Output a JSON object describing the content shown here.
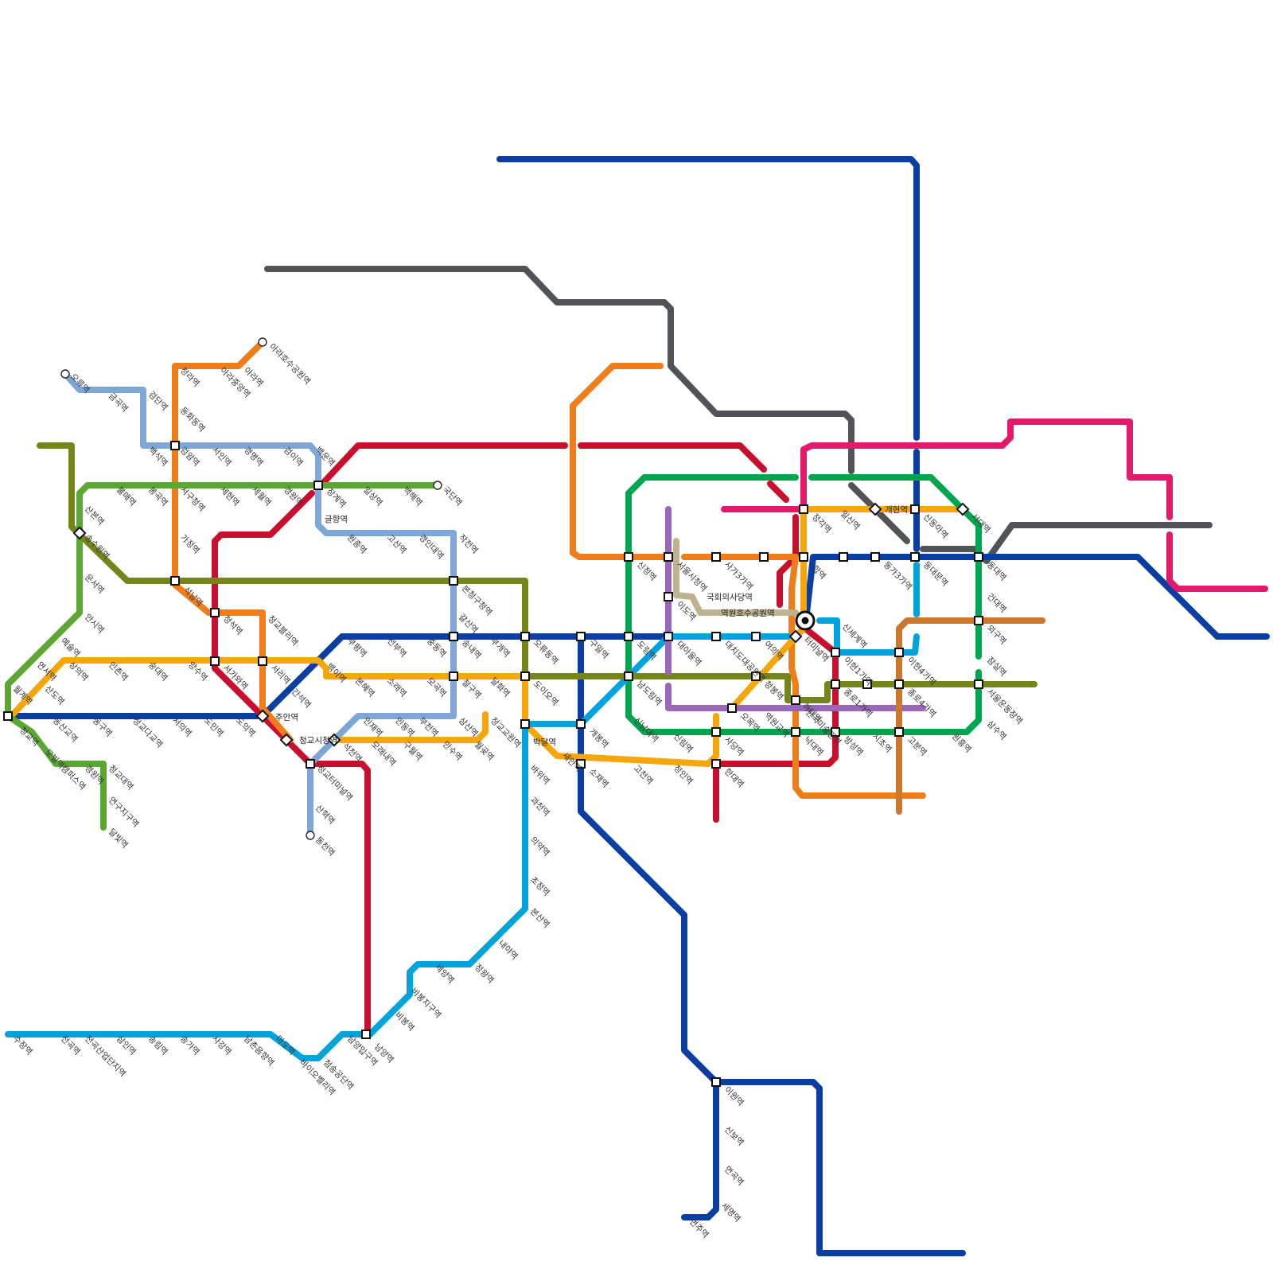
{
  "lines": {
    "red": {
      "color": "#c8102e"
    },
    "orange": {
      "color": "#ef7d1a"
    },
    "navy": {
      "color": "#0a3ea3"
    },
    "green": {
      "color": "#00a54f"
    },
    "yellow": {
      "color": "#f5a60a"
    },
    "sky": {
      "color": "#00a3dc"
    },
    "lightblue": {
      "color": "#7ea6d6"
    },
    "lime": {
      "color": "#5aa832"
    },
    "olive": {
      "color": "#76841a"
    },
    "gray": {
      "color": "#505458"
    },
    "pink": {
      "color": "#e3196c"
    },
    "purple": {
      "color": "#9966b8"
    },
    "brown": {
      "color": "#c9782e"
    },
    "tan": {
      "color": "#bfb28e"
    }
  },
  "central_hub": {
    "color": "#111111"
  },
  "stations": {
    "오류역": "오류역",
    "금곡역": "금곡역",
    "검단역": "검단역",
    "백석역": "백석역",
    "청라역": "청라역",
    "동화동역": "동화동역",
    "아라중앙역": "아라중앙역",
    "아라역": "아라역",
    "아라호수공원역": "아라호수공원역",
    "검암역": "검암역",
    "서인역": "서인역",
    "경명역": "경명역",
    "검이역": "검이역",
    "백운역": "백운역",
    "경서역": "경서역",
    "서구청역": "서구청역",
    "세현역": "세현역",
    "세월역": "세월역",
    "경원역": "경원역",
    "장계역": "장계역",
    "글향역": "글향역",
    "일상역": "일상역",
    "백해역": "백해역",
    "국단역": "국단역",
    "가정역": "가정역",
    "팔라역": "팔라역",
    "불매역": "불매역",
    "봉곡역": "봉곡역",
    "산본역": "산본역",
    "송수원역": "송수원역",
    "운서역": "운서역",
    "안시역": "안시역",
    "예술역": "예술역",
    "연서역": "연서역",
    "산도역": "산도역",
    "월계역": "월계역",
    "청교역": "청교역",
    "모빌역": "모빌역",
    "캠퍼스역": "캠퍼스역",
    "경원역2": "경원역",
    "청교대역": "청교대역",
    "연구지구역": "연구지구역",
    "달빛역": "달빛역",
    "석남역": "석남역",
    "청석역": "청석역",
    "청교블리역": "청교블리역",
    "서가와역": "서가와역",
    "서리역": "서리역",
    "상의역": "상의역",
    "인촌역": "인촌역",
    "숭대역": "숭대역",
    "양수역": "양수역",
    "동산교역": "동산교역",
    "동구역": "동구역",
    "청교다교역": "청교다교역",
    "서의역": "서의역",
    "도민역": "도민역",
    "도의역": "도의역",
    "주안역": "주안역",
    "간석역": "간석역",
    "청교시청역": "청교시청역",
    "석천역": "석천역",
    "청교터미널역": "청교터미널역",
    "산혁역": "산혁역",
    "동천역": "동천역",
    "백이역": "백이역",
    "부평역": "부평역",
    "전부역": "전부역",
    "중동역": "중동역",
    "송내역": "송내역",
    "부개역": "부개역",
    "본혜역": "본혜역",
    "소래역": "소래역",
    "모곡역": "모곡역",
    "상동역": "상동역",
    "인재역": "인재역",
    "인동역": "인동역",
    "부천역": "부천역",
    "모래내역": "모래내역",
    "구월역": "구월역",
    "만수역": "만수역",
    "월곶역": "월곶역",
    "청교교원역": "청교교원역",
    "원종역": "원종역",
    "고산역": "고산역",
    "계산역": "계산역",
    "경인대역": "경인대역",
    "작전역": "작전역",
    "본청구청역": "본청구청역",
    "갈산역": "갈산역",
    "내동역": "내동역",
    "철구역": "철구역",
    "삼산역": "삼산역",
    "경북역": "경북역",
    "달화역": "달화역",
    "오류동역": "오류동역",
    "도이오역": "도이오역",
    "박달역": "박달역",
    "새안역": "새안역",
    "구일역": "구일역",
    "개봉역": "개봉역",
    "소재역": "소재역",
    "고천역": "고천역",
    "정인역": "정인역",
    "바위역": "바위역",
    "과천역": "과천역",
    "의약역": "의약역",
    "초정역": "초정역",
    "본산역": "본산역",
    "내야역": "내야역",
    "정왕역": "정왕역",
    "세양역": "세양역",
    "비봉지구역": "비봉지구역",
    "비봉역": "비봉역",
    "남양역": "남양역",
    "남양입구역": "남양입구역",
    "첨송공단역": "첨송공단역",
    "바이오벨리역": "바이오벨리역",
    "마도역": "마도역",
    "남촌음향역": "남촌음향역",
    "사강역": "사강역",
    "송가역": "송가역",
    "송림역": "송림역",
    "삼인역": "삼인역",
    "전곡산업단지역": "전곡산업단지역",
    "전곡역": "전곡역",
    "수장역": "수장역",
    "신정역": "신정역",
    "서울시청역": "서울시청역",
    "이도역": "이도역",
    "국회의사당역": "국회의사당역",
    "역원호수공원역": "역원호수공원역",
    "여의역": "여의역",
    "사가3가역": "사가3가역",
    "사가1.2가역": "사가1.2가역",
    "도림역": "도림역",
    "대아울역": "대아울역",
    "대치도대공원역": "대치도대공원역",
    "역2.3가": "역2.3가",
    "터미널역": "터미널역",
    "신세계역": "신세계역",
    "남도림역": "남도림역",
    "신남대역": "신남대역",
    "신림역": "신림역",
    "사당역": "사당역",
    "한대역": "한대역",
    "오목역": "오목역",
    "청봉역": "청봉역",
    "역원교역": "역원교역",
    "합역": "합역",
    "하대역": "하대역",
    "한국미술관역": "한국미술관역",
    "낙대역": "낙대역",
    "이현1가역": "이현1가역",
    "이현2.3가역": "이현2.3가역",
    "이현4가역": "이현4가역",
    "종로1가역": "종로1가역",
    "종로2.3가역": "종로2.3가역",
    "종로4가역": "종로4가역",
    "방성역": "방성역",
    "시초역": "시초역",
    "고분역": "고분역",
    "원흥역": "원흥역",
    "정각역": "정각역",
    "일신역": "일신역",
    "개현역": "개현역",
    "동가1.2가역": "동가1.2가역",
    "동가3가역": "동가3가역",
    "신동아역": "신동아역",
    "동대문역": "동대문역",
    "숭대역2": "숭대역",
    "동대역": "동대역",
    "건대역": "건대역",
    "외구역": "외구역",
    "잠실역": "잠실역",
    "서울운동장역": "서울운동장역",
    "삼수역": "삼수역",
    "서대역": "서대역",
    "이원역": "이원역",
    "신보역": "신보역",
    "면곡역": "면곡역",
    "세명역": "세명역",
    "면주역": "면주역"
  }
}
